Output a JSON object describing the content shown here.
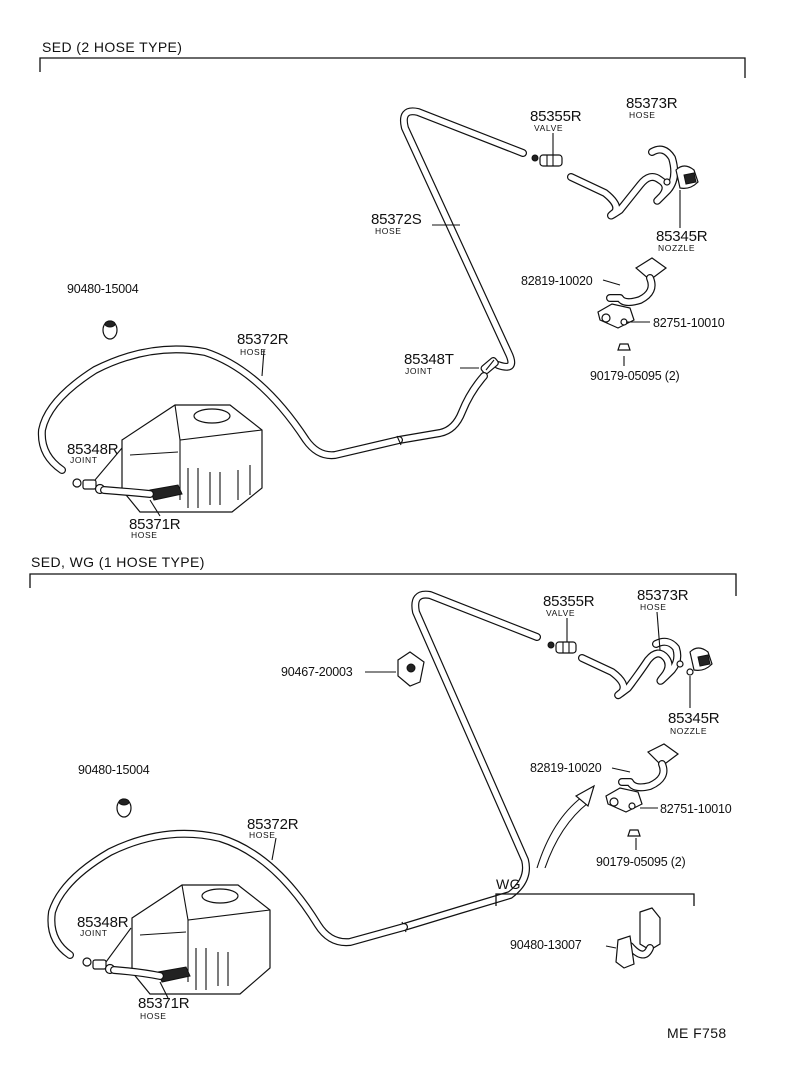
{
  "colors": {
    "ink": "#111111",
    "paper": "#ffffff"
  },
  "sections": [
    {
      "title": "SED (2 HOSE TYPE)",
      "labels": {
        "p85355R": "85355R",
        "p85355R_sub": "VALVE",
        "p85373R": "85373R",
        "p85373R_sub": "HOSE",
        "p85372S": "85372S",
        "p85372S_sub": "HOSE",
        "p85345R": "85345R",
        "p85345R_sub": "NOZZLE",
        "p82819": "82819-10020",
        "p82751": "82751-10010",
        "p90179": "90179-05095 (2)",
        "p90480": "90480-15004",
        "p85372R": "85372R",
        "p85372R_sub": "HOSE",
        "p85348T": "85348T",
        "p85348T_sub": "JOINT",
        "p85348R": "85348R",
        "p85348R_sub": "JOINT",
        "p85371R": "85371R",
        "p85371R_sub": "HOSE"
      }
    },
    {
      "title": "SED, WG (1 HOSE TYPE)",
      "labels": {
        "p85355R": "85355R",
        "p85355R_sub": "VALVE",
        "p85373R": "85373R",
        "p85373R_sub": "HOSE",
        "p90467": "90467-20003",
        "p85345R": "85345R",
        "p85345R_sub": "NOZZLE",
        "p82819": "82819-10020",
        "p82751": "82751-10010",
        "p90179": "90179-05095 (2)",
        "p90480": "90480-15004",
        "p85372R": "85372R",
        "p85372R_sub": "HOSE",
        "p85348R": "85348R",
        "p85348R_sub": "JOINT",
        "p85371R": "85371R",
        "p85371R_sub": "HOSE",
        "wg_title": "WG",
        "p90480_13007": "90480-13007"
      }
    }
  ],
  "footer_code": "ME  F758"
}
